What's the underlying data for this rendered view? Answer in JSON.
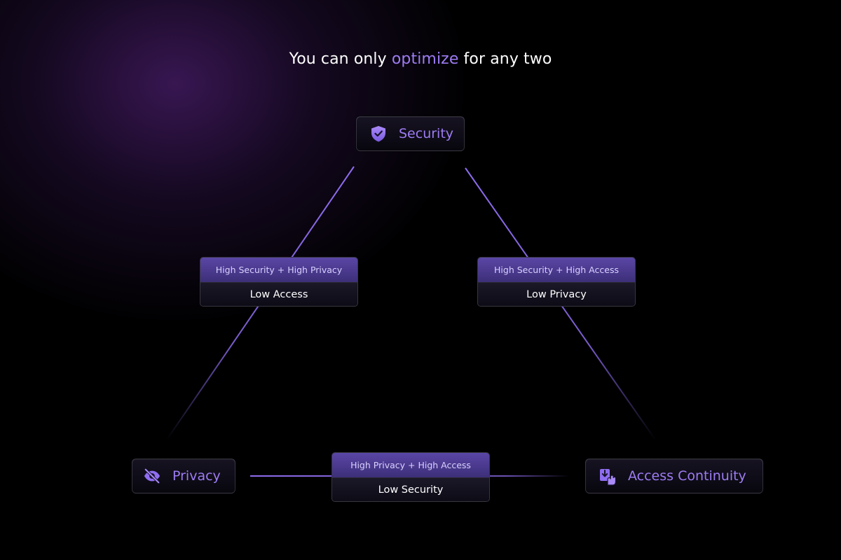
{
  "headline": {
    "before": "You can only ",
    "accent": "optimize",
    "after": " for any two"
  },
  "nodes": {
    "security": {
      "label": "Security",
      "icon": "shield-check-icon"
    },
    "privacy": {
      "label": "Privacy",
      "icon": "eye-slash-icon"
    },
    "access": {
      "label": "Access Continuity",
      "icon": "download-hand-icon"
    }
  },
  "tradeoffs": {
    "security_privacy": {
      "gain": "High Security + High Privacy",
      "cost": "Low Access"
    },
    "security_access": {
      "gain": "High Security + High Access",
      "cost": "Low Privacy"
    },
    "privacy_access": {
      "gain": "High Privacy + High Access",
      "cost": "Low Security"
    }
  },
  "colors": {
    "accent": "#9d7cf3",
    "edge": "#8f6df0",
    "tradeoff_header": "#4b3a8f",
    "background": "#000000"
  }
}
